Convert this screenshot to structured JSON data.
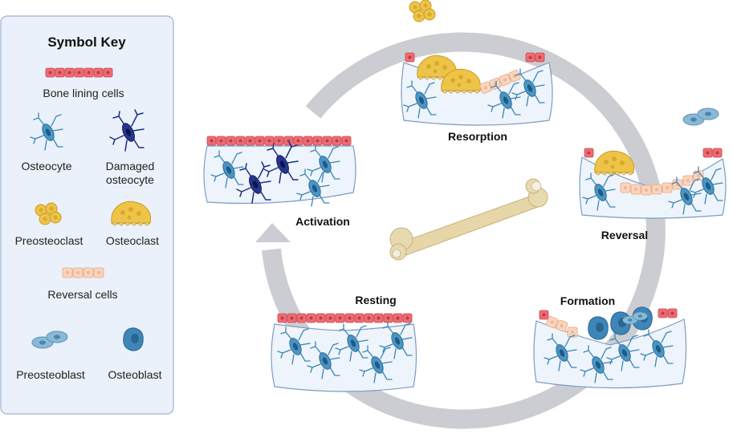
{
  "symbol_key": {
    "title": "Symbol Key",
    "items": [
      {
        "id": "bone-lining-cells",
        "label": "Bone lining cells"
      },
      {
        "id": "osteocyte",
        "label": "Osteocyte"
      },
      {
        "id": "damaged-osteocyte",
        "label_line1": "Damaged",
        "label_line2": "osteocyte"
      },
      {
        "id": "preosteoclast",
        "label": "Preosteoclast"
      },
      {
        "id": "osteoclast",
        "label": "Osteoclast"
      },
      {
        "id": "reversal-cells",
        "label": "Reversal cells"
      },
      {
        "id": "preosteoblast",
        "label": "Preosteoblast"
      },
      {
        "id": "osteoblast",
        "label": "Osteoblast"
      }
    ]
  },
  "stages": {
    "activation": "Activation",
    "resorption": "Resorption",
    "reversal": "Reversal",
    "formation": "Formation",
    "resting": "Resting"
  },
  "colors": {
    "key_panel_bg": "#eaf1fa",
    "key_panel_border": "#9bb5d6",
    "lining_cell": "#ee6d74",
    "lining_nucleus": "#c23a45",
    "osteocyte": "#3a86b5",
    "damaged_osteocyte": "#1f2d80",
    "osteoclast": "#edc448",
    "reversal_cell": "#fad5bd",
    "preosteoblast": "#8ab9d6",
    "osteoblast": "#3f86b8",
    "bone_matrix": "#eef4fb",
    "cycle_arrow": "#cccdd2",
    "bone_femur": "#e6d6a8"
  }
}
